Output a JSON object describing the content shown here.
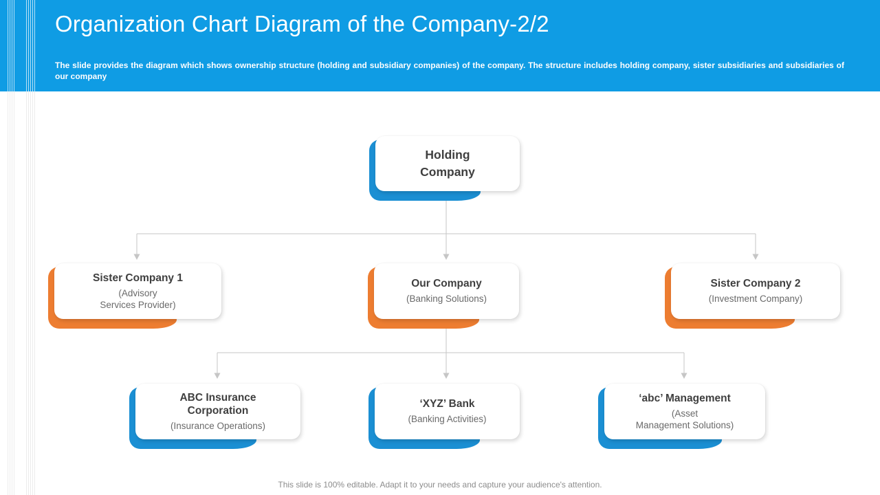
{
  "header": {
    "title": "Organization Chart Diagram of the Company-2/2",
    "subtitle": "The slide provides the diagram which shows ownership structure (holding and subsidiary companies) of the company. The structure includes holding company, sister subsidiaries and subsidiaries of our company"
  },
  "org_chart": {
    "root": {
      "name": "Holding\nCompany",
      "accent": "blue"
    },
    "level2": [
      {
        "name": "Sister Company 1",
        "detail": "(Advisory\nServices Provider)",
        "accent": "orange"
      },
      {
        "name": "Our Company",
        "detail": "(Banking Solutions)",
        "accent": "orange"
      },
      {
        "name": "Sister Company 2",
        "detail": "(Investment Company)",
        "accent": "orange"
      }
    ],
    "level3": [
      {
        "name": "ABC Insurance\nCorporation",
        "detail": "(Insurance Operations)",
        "accent": "blue"
      },
      {
        "name": "‘XYZ’ Bank",
        "detail": "(Banking Activities)",
        "accent": "blue"
      },
      {
        "name": "‘abc’ Management",
        "detail": "(Asset\nManagement Solutions)",
        "accent": "blue"
      }
    ]
  },
  "footer": {
    "note": "This slide is 100% editable. Adapt it to your needs and capture your audience's attention."
  },
  "colors": {
    "header_blue": "#0f9ce4",
    "accent_blue": "#1b8fd3",
    "accent_orange": "#ed7d31",
    "node_title": "#3f3f3f",
    "node_subtitle": "#696969",
    "connector_gray": "#c6c6c6"
  }
}
